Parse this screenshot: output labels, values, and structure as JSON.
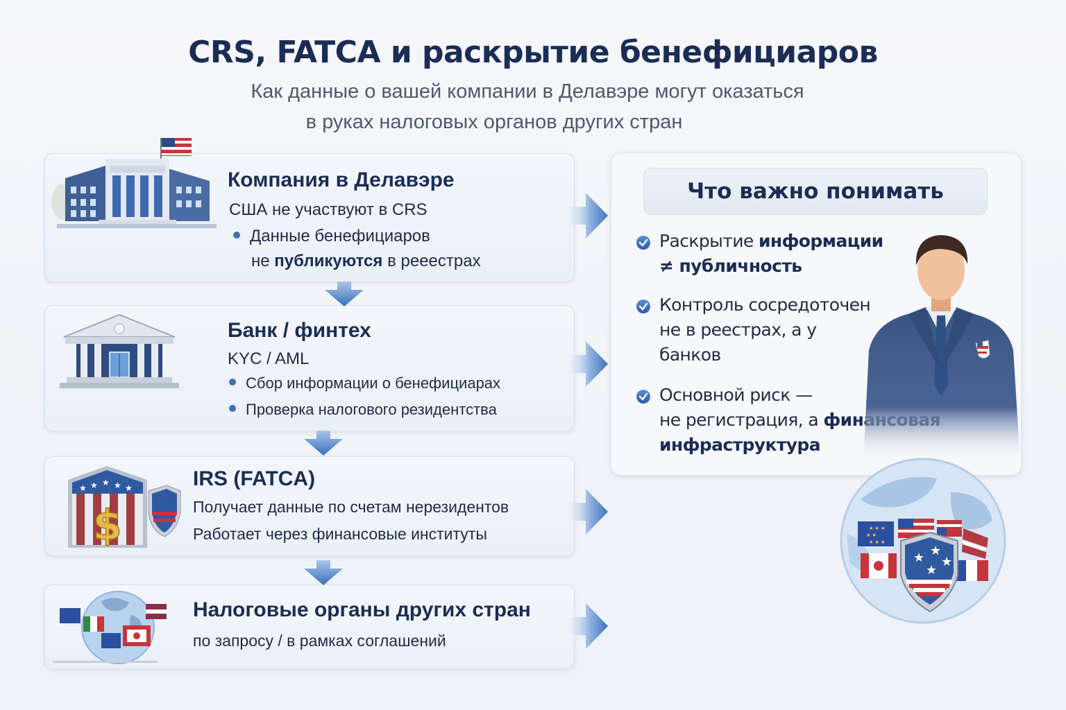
{
  "header": {
    "title": "CRS, FATCA и раскрытие бенефициаров",
    "subtitle_line1": "Как данные о вашей компании в Делавэре могут оказаться",
    "subtitle_line2": "в руках налоговых органов других стран"
  },
  "flow": [
    {
      "icon": "office-building-with-us-flag-icon",
      "title": "Компания в Делавэре",
      "subtitle": "США не участвуют в CRS",
      "bullet": "Данные бенефициаров",
      "bullet_cont_pre": "не ",
      "bullet_cont_bold": "публикуются",
      "bullet_cont_post": " в рееестрах"
    },
    {
      "icon": "bank-building-icon",
      "title": "Банк / финтех",
      "subtitle": "KYC / AML",
      "bullets": [
        "Сбор информации о бенефициарах",
        "Проверка налогового резидентства"
      ]
    },
    {
      "icon": "irs-shield-dollar-icon",
      "title": "IRS (FATCA)",
      "lines": [
        "Получает данные по счетам нерезидентов",
        "Работает через финансовые институты"
      ]
    },
    {
      "icon": "globe-with-flags-icon",
      "title": "Налоговые органы других стран",
      "subtitle": "по запросу / в рамках соглашений"
    }
  ],
  "panel": {
    "title": "Что важно понимать",
    "points": [
      {
        "pre": "Раскрытие ",
        "bold": "информации",
        "line2": "≠ публичность"
      },
      {
        "line1": "Контроль сосредоточен",
        "line2": "не в реестрах, а у",
        "line3": "банков"
      },
      {
        "line1": "Основной риск —",
        "line2_pre": "не регистрация, а ",
        "line2_bold": "финансовая",
        "line3": "инфраструктура"
      }
    ]
  },
  "colors": {
    "title": "#1b2d55",
    "subtitle": "#4f5870",
    "accent_blue": "#3f6fb5",
    "card_bg": "#eef2f9",
    "arrow": "#4f86c9"
  }
}
